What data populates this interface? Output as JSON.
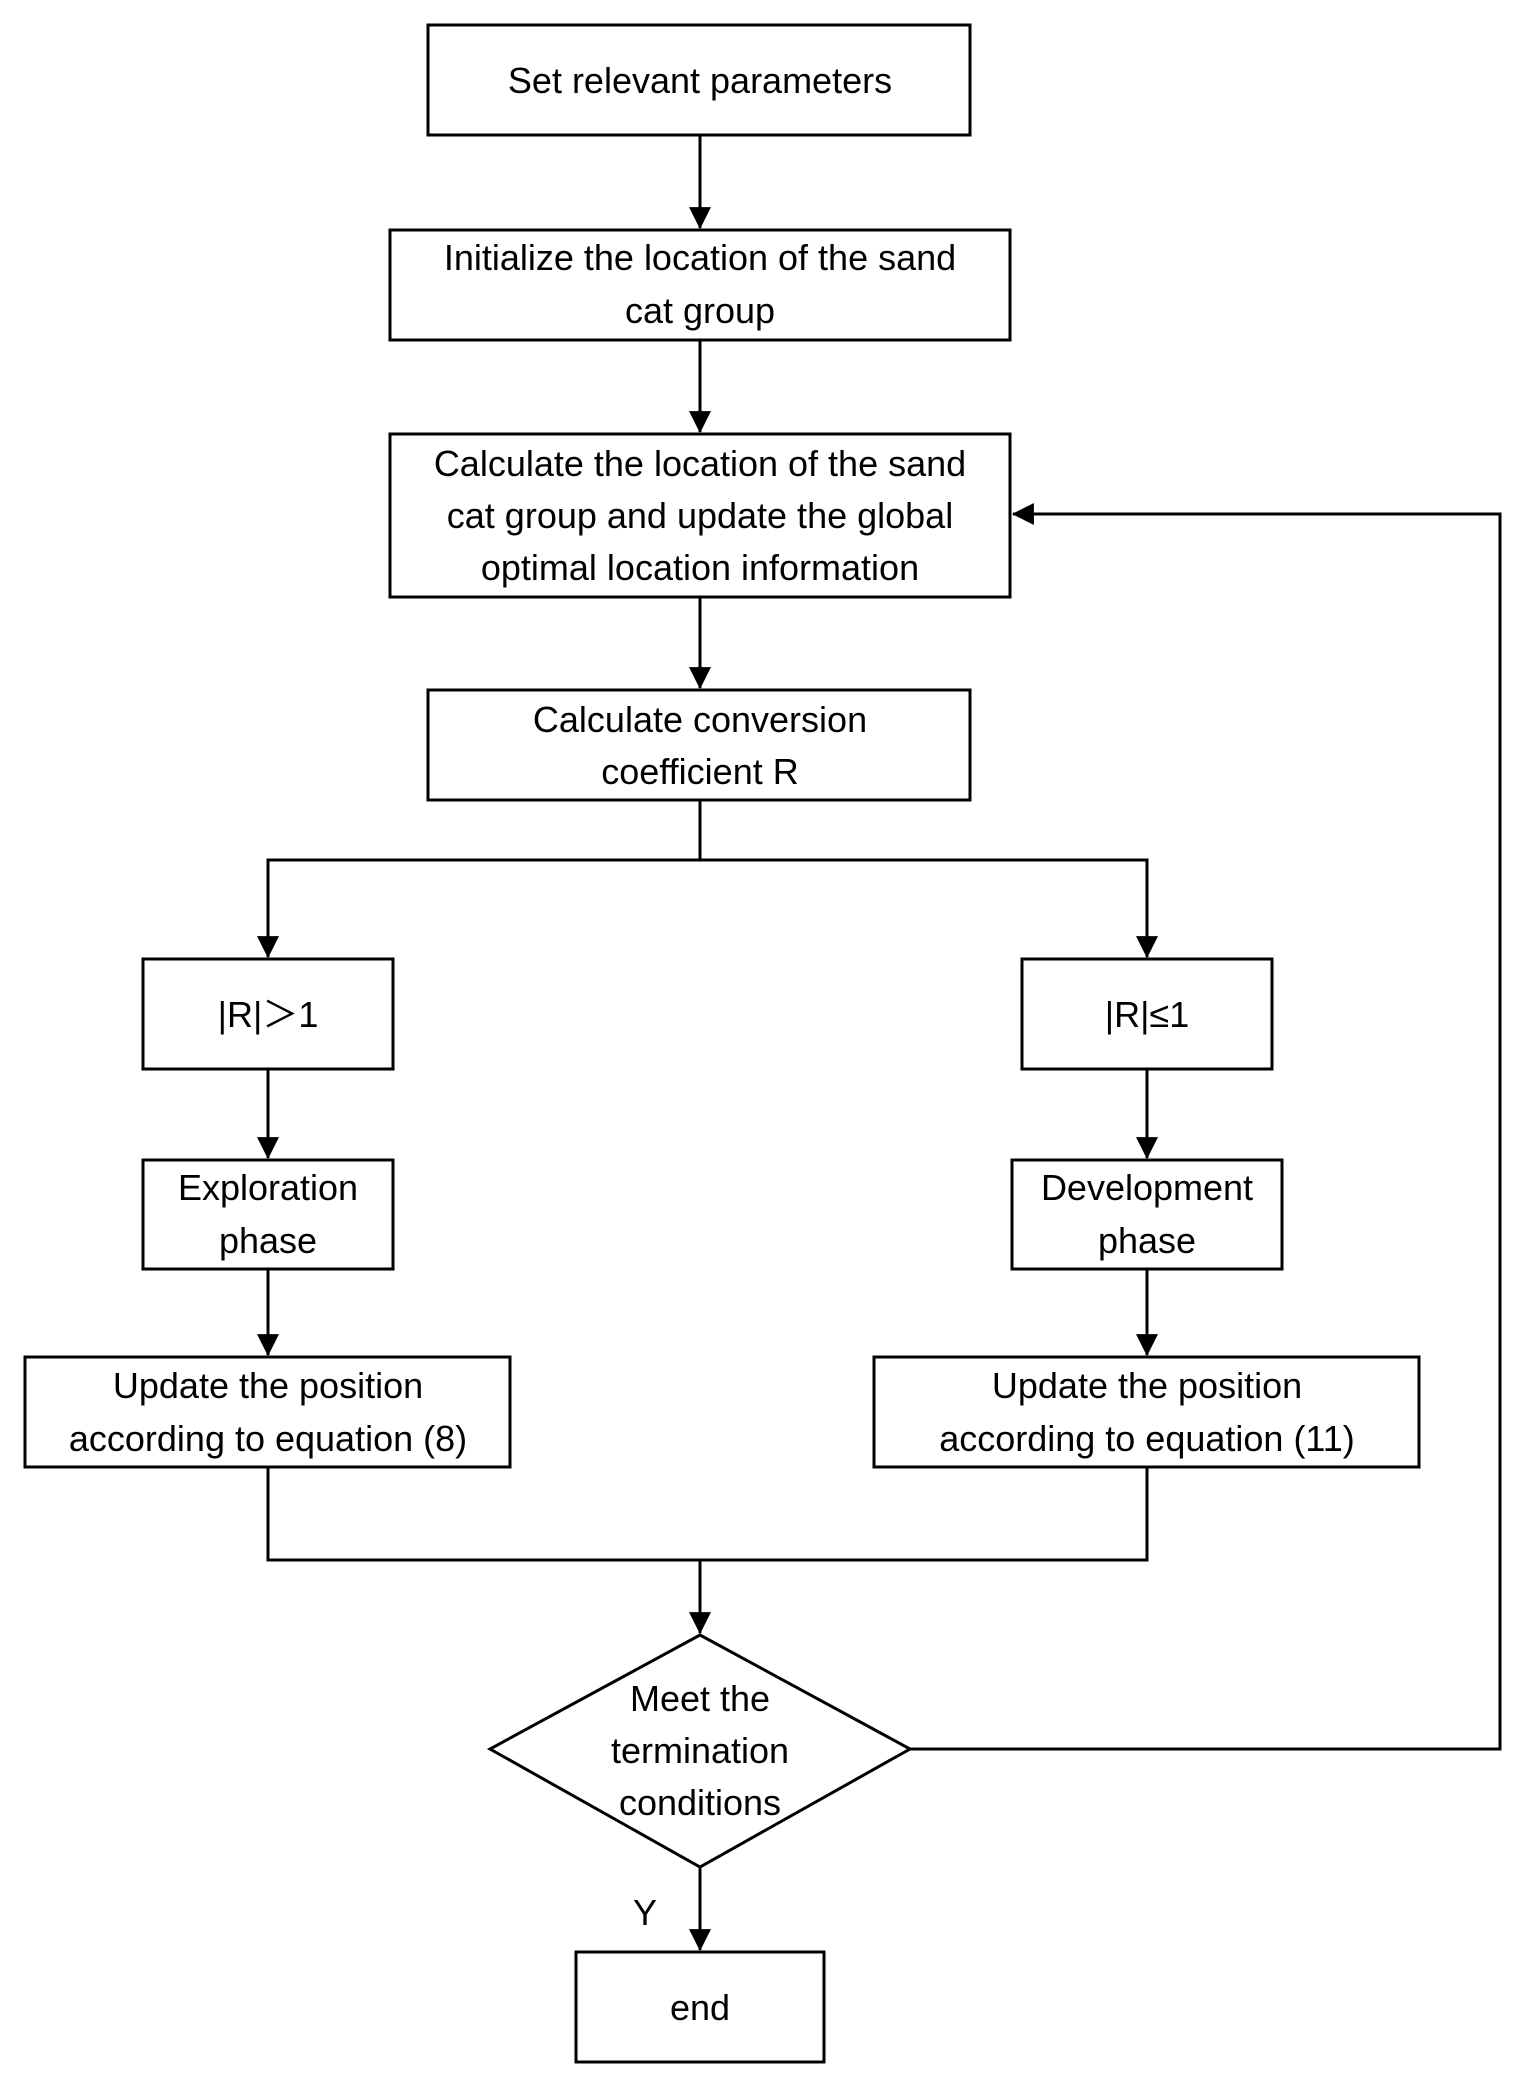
{
  "flowchart": {
    "nodes": [
      {
        "id": "set-params",
        "lines": [
          "Set relevant parameters"
        ]
      },
      {
        "id": "init-location",
        "lines": [
          "Initialize the location of the sand",
          "cat group"
        ]
      },
      {
        "id": "calc-location",
        "lines": [
          "Calculate the location of the sand",
          "cat group and update the global",
          "optimal location information"
        ]
      },
      {
        "id": "calc-r",
        "lines": [
          "Calculate conversion",
          "coefficient R"
        ]
      },
      {
        "id": "r-greater",
        "lines": [
          "|R|＞1"
        ]
      },
      {
        "id": "r-less-equal",
        "lines": [
          "|R|≤1"
        ]
      },
      {
        "id": "exploration",
        "lines": [
          "Exploration",
          "phase"
        ]
      },
      {
        "id": "development",
        "lines": [
          "Development",
          "phase"
        ]
      },
      {
        "id": "update-eq8",
        "lines": [
          "Update the position",
          "according to equation (8)"
        ]
      },
      {
        "id": "update-eq11",
        "lines": [
          "Update the position",
          "according to equation (11)"
        ]
      },
      {
        "id": "termination",
        "lines": [
          "Meet the",
          "termination",
          "conditions"
        ]
      },
      {
        "id": "end",
        "lines": [
          "end"
        ]
      }
    ],
    "edge_labels": {
      "yes": "Y"
    }
  }
}
